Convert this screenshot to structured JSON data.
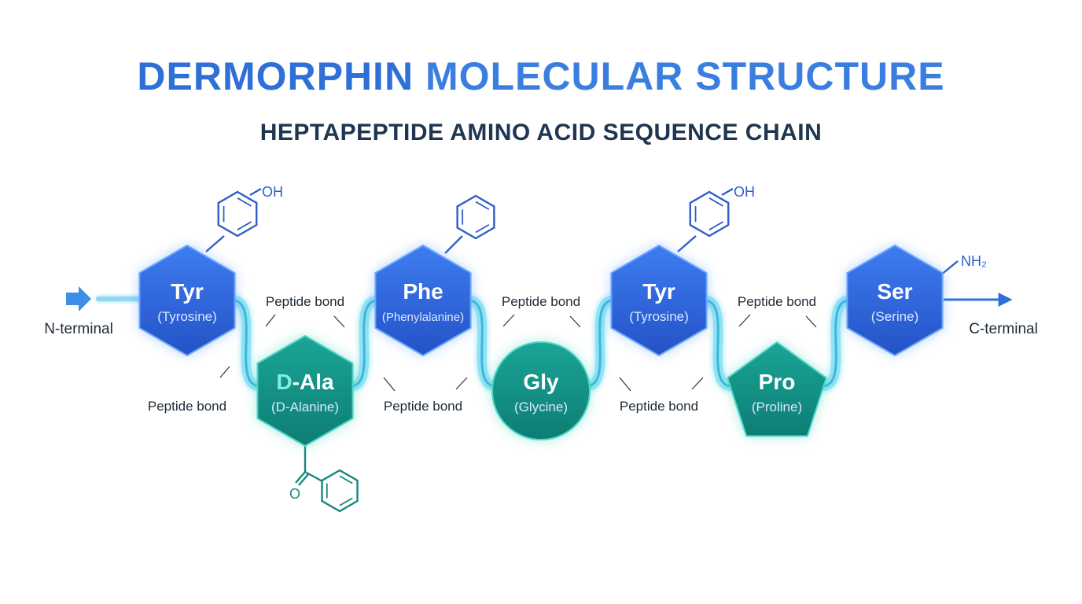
{
  "title": {
    "part1": "DERMORPHIN",
    "part2": "MOLECULAR STRUCTURE"
  },
  "subtitle": "HEPTAPEPTIDE AMINO ACID SEQUENCE CHAIN",
  "terminals": {
    "n": "N-terminal",
    "c": "C-terminal"
  },
  "bond_label": "Peptide bond",
  "residues": [
    {
      "abbr": "Tyr",
      "name": "(Tyrosine)"
    },
    {
      "abbr": "D-Ala",
      "name": "(D-Alanine)"
    },
    {
      "abbr": "Phe",
      "name": "(Phenylalanine)"
    },
    {
      "abbr": "Gly",
      "name": "(Glycine)"
    },
    {
      "abbr": "Tyr",
      "name": "(Tyrosine)"
    },
    {
      "abbr": "Pro",
      "name": "(Proline)"
    },
    {
      "abbr": "Ser",
      "name": "(Serine)"
    }
  ],
  "substituents": {
    "hydroxyl": "OH",
    "amine": "NH₂",
    "carbonyl_o": "O"
  },
  "colors": {
    "blue_node": "#2e63d6",
    "teal_node": "#15938a",
    "title_blue": "#2f6fd8",
    "chain_glow": "#8fe3f2",
    "blue_line": "#2f5fc8",
    "teal_line": "#17877f"
  }
}
